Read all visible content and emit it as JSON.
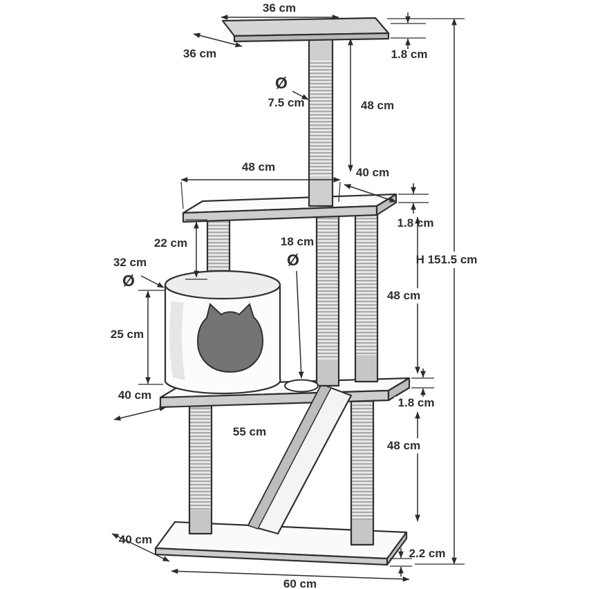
{
  "diagram": {
    "diameter_symbol": "Ø",
    "labels": {
      "top_platform_width": "36 cm",
      "top_platform_depth": "36 cm",
      "top_platform_thickness": "1.8 cm",
      "top_post_diameter": "7.5 cm",
      "top_post_height": "48 cm",
      "upper_platform_width": "48 cm",
      "upper_platform_depth": "40 cm",
      "upper_platform_thickness": "1.8 cm",
      "short_post_height": "22 cm",
      "hole_diameter": "18 cm",
      "total_height": "H 151.5 cm",
      "cylinder_diameter": "32 cm",
      "middle_post_height": "48 cm",
      "cylinder_height": "25 cm",
      "lower_platform_depth": "40 cm",
      "lower_platform_thickness": "1.8 cm",
      "ramp_length": "55 cm",
      "lower_post_height": "48 cm",
      "base_depth": "40 cm",
      "base_thickness": "2.2 cm",
      "base_width": "60 cm"
    }
  }
}
